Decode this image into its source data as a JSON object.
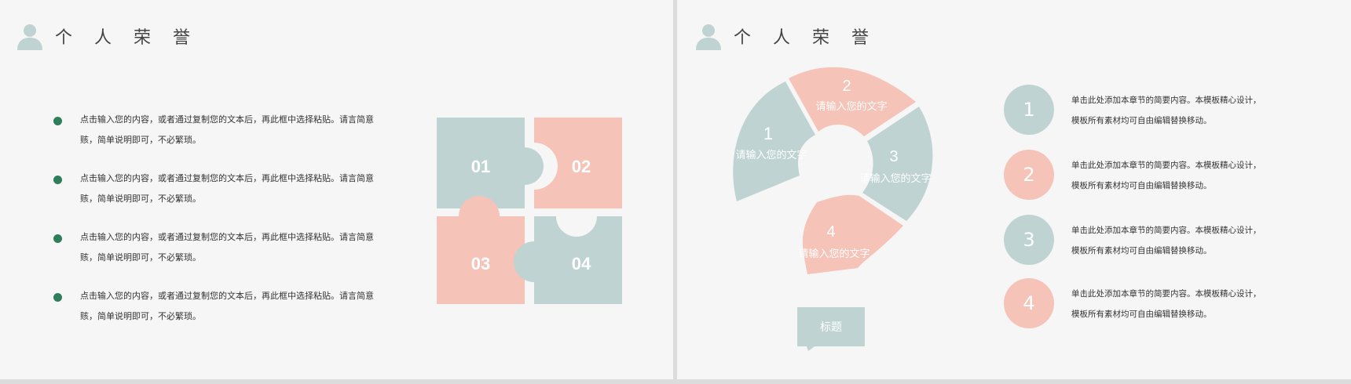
{
  "left_slide": {
    "title": "个人荣誉",
    "bullets": [
      "点击输入您的内容，或者通过复制您的文本后，再此框中选择粘贴。请言简意赅，简单说明即可，不必繁琐。",
      "点击输入您的内容，或者通过复制您的文本后，再此框中选择粘贴。请言简意赅，简单说明即可，不必繁琐。",
      "点击输入您的内容，或者通过复制您的文本后，再此框中选择粘贴。请言简意赅，简单说明即可，不必繁琐。",
      "点击输入您的内容，或者通过复制您的文本后，再此框中选择粘贴。请言简意赅，简单说明即可，不必繁琐。"
    ],
    "puzzle": [
      "01",
      "02",
      "03",
      "04"
    ]
  },
  "right_slide": {
    "title": "个人荣誉",
    "question_mark": {
      "segments": [
        {
          "num": "1",
          "text": "请输入您的文字"
        },
        {
          "num": "2",
          "text": "请输入您的文字"
        },
        {
          "num": "3",
          "text": "请输入您的文字"
        },
        {
          "num": "4",
          "text": "请输入您的文字"
        }
      ],
      "label": "标题"
    },
    "items": [
      {
        "num": "1",
        "text": "单击此处添加本章节的简要内容。本模板精心设计，模板所有素材均可自由编辑替换移动。"
      },
      {
        "num": "2",
        "text": "单击此处添加本章节的简要内容。本模板精心设计，模板所有素材均可自由编辑替换移动。"
      },
      {
        "num": "3",
        "text": "单击此处添加本章节的简要内容。本模板精心设计，模板所有素材均可自由编辑替换移动。"
      },
      {
        "num": "4",
        "text": "单击此处添加本章节的简要内容。本模板精心设计，模板所有素材均可自由编辑替换移动。"
      }
    ]
  },
  "colors": {
    "teal": "#bfd4d2",
    "pink": "#f5c3b7",
    "bullet_green": "#2e7d5b",
    "icon": "#bfd4d2"
  },
  "icons": [
    "person-icon"
  ]
}
